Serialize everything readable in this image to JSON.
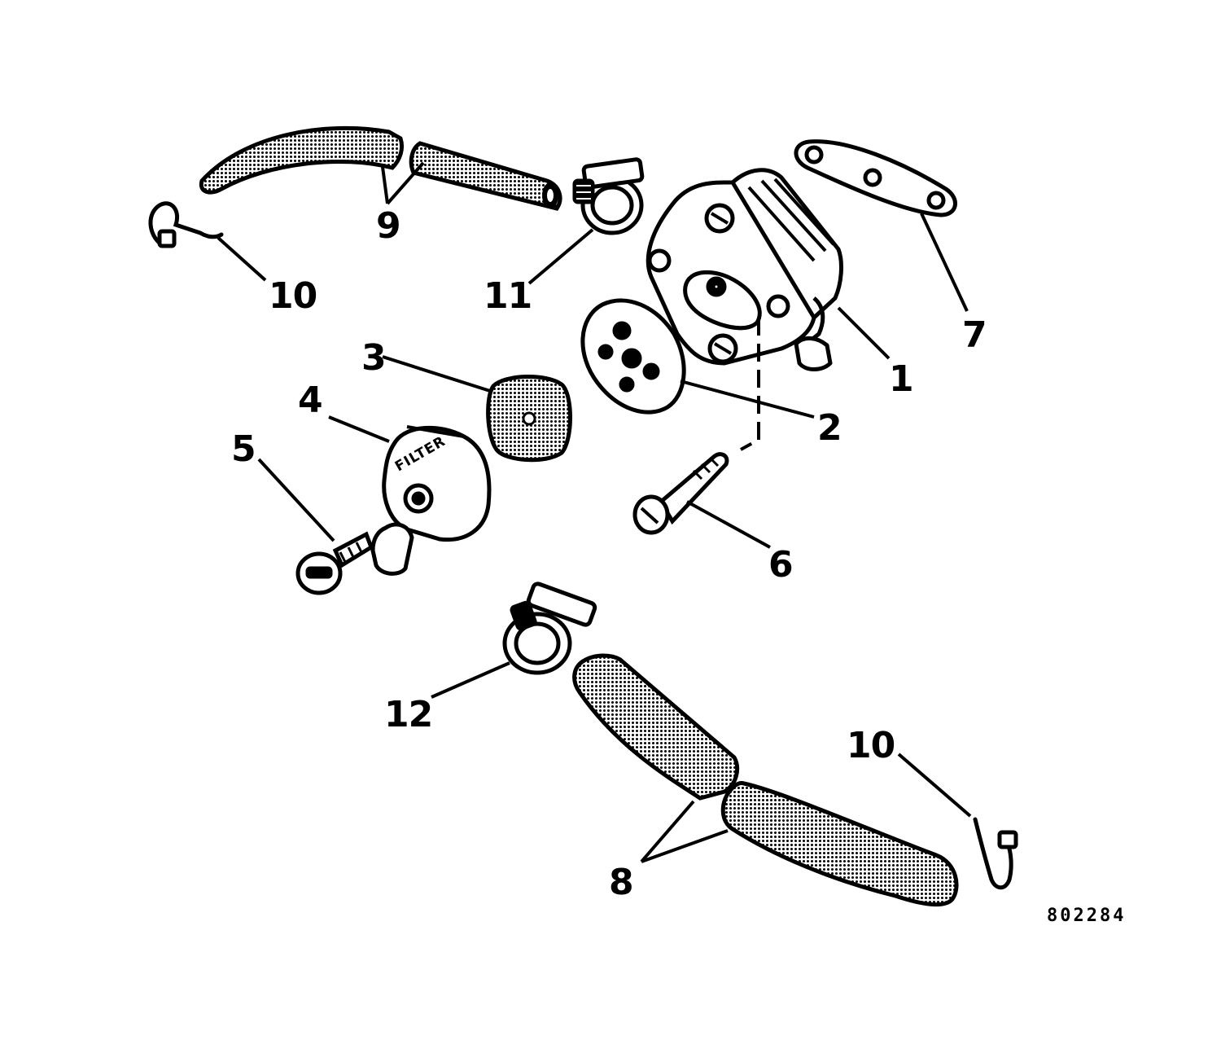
{
  "figure_number": "802284",
  "callouts": {
    "c1": "1",
    "c2": "2",
    "c3": "3",
    "c4": "4",
    "c5": "5",
    "c6": "6",
    "c7": "7",
    "c8": "8",
    "c9": "9",
    "c10a": "10",
    "c10b": "10",
    "c11": "11",
    "c12": "12"
  },
  "filter_cover_lettering": "FILTER",
  "colors": {
    "ink": "#000000",
    "paper": "#ffffff",
    "hose_shade": "#9a9a9a"
  }
}
